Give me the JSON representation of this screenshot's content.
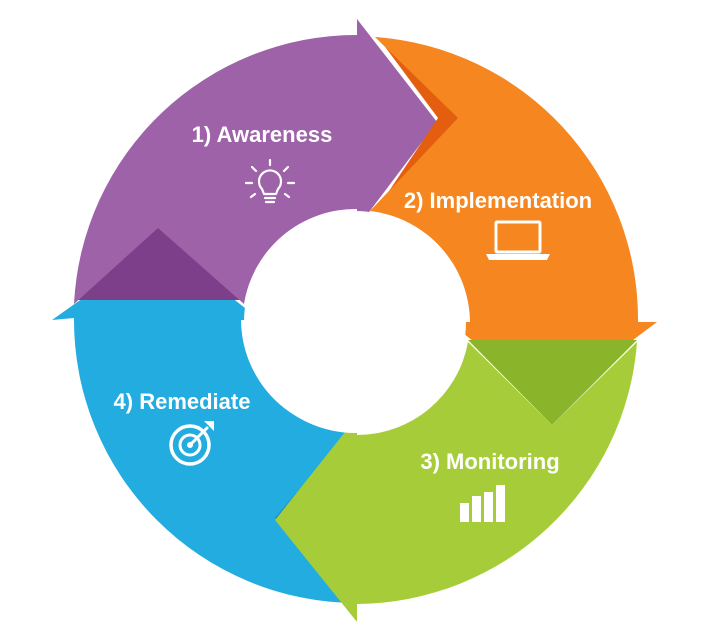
{
  "steps": [
    {
      "label": "1) Awareness",
      "icon": "lightbulb-icon",
      "color": "#9e62a8",
      "shade": "#7d3f8a"
    },
    {
      "label": "2) Implementation",
      "icon": "laptop-icon",
      "color": "#f58620",
      "shade": "#e45e0f"
    },
    {
      "label": "3) Monitoring",
      "icon": "bar-chart-icon",
      "color": "#a7cc3a",
      "shade": "#8ab52b"
    },
    {
      "label": "4) Remediate",
      "icon": "target-icon",
      "color": "#23ace0",
      "shade": "#1488c8"
    }
  ],
  "center_color": "#ffffff"
}
